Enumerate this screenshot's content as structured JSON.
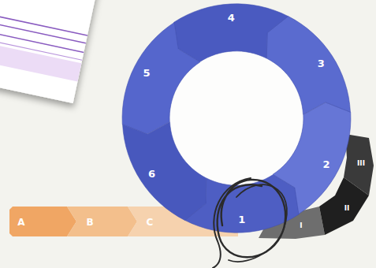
{
  "diagram": {
    "nodes": [
      {
        "text": [
          "A"
        ]
      },
      {
        "text": [
          "B"
        ]
      },
      {
        "text": [
          "C"
        ]
      },
      {
        "text": [
          "1"
        ]
      },
      {
        "text": [
          "2"
        ]
      },
      {
        "text": [
          "3"
        ]
      },
      {
        "text": [
          "4"
        ]
      },
      {
        "text": [
          "5"
        ]
      },
      {
        "text": [
          "6"
        ]
      },
      {
        "text": [
          "I"
        ]
      },
      {
        "text": [
          "II"
        ]
      },
      {
        "text": [
          "III"
        ]
      }
    ]
  }
}
